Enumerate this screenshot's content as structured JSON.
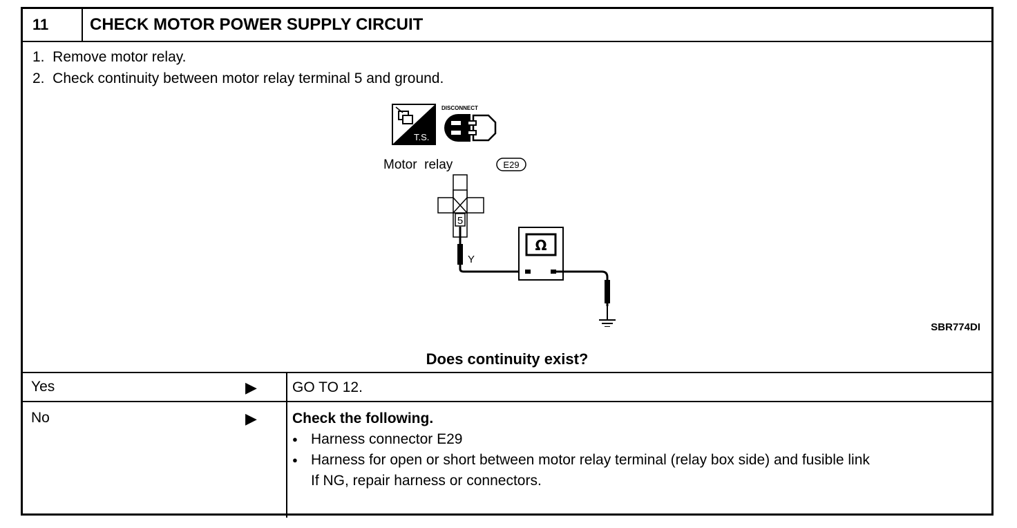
{
  "header": {
    "step_number": "11",
    "title": "CHECK MOTOR POWER SUPPLY CIRCUIT"
  },
  "instructions": [
    "1.  Remove motor relay.",
    "2.  Check continuity between motor relay terminal 5 and ground."
  ],
  "diagram": {
    "ts_label": "T.S.",
    "disconnect_label": "DISCONNECT",
    "component_label": "Motor  relay",
    "connector_id": "E29",
    "terminal": "5",
    "wire_color": "Y",
    "meter_symbol": "Ω",
    "figure_id": "SBR774DI"
  },
  "question": "Does continuity exist?",
  "results": {
    "yes": {
      "label": "Yes",
      "arrow": "▶",
      "action": "GO TO 12."
    },
    "no": {
      "label": "No",
      "arrow": "▶",
      "heading": "Check the following.",
      "items": [
        "Harness connector E29",
        "Harness for open or short between motor relay terminal (relay box side) and fusible link"
      ],
      "note": "If NG, repair harness or connectors."
    }
  }
}
